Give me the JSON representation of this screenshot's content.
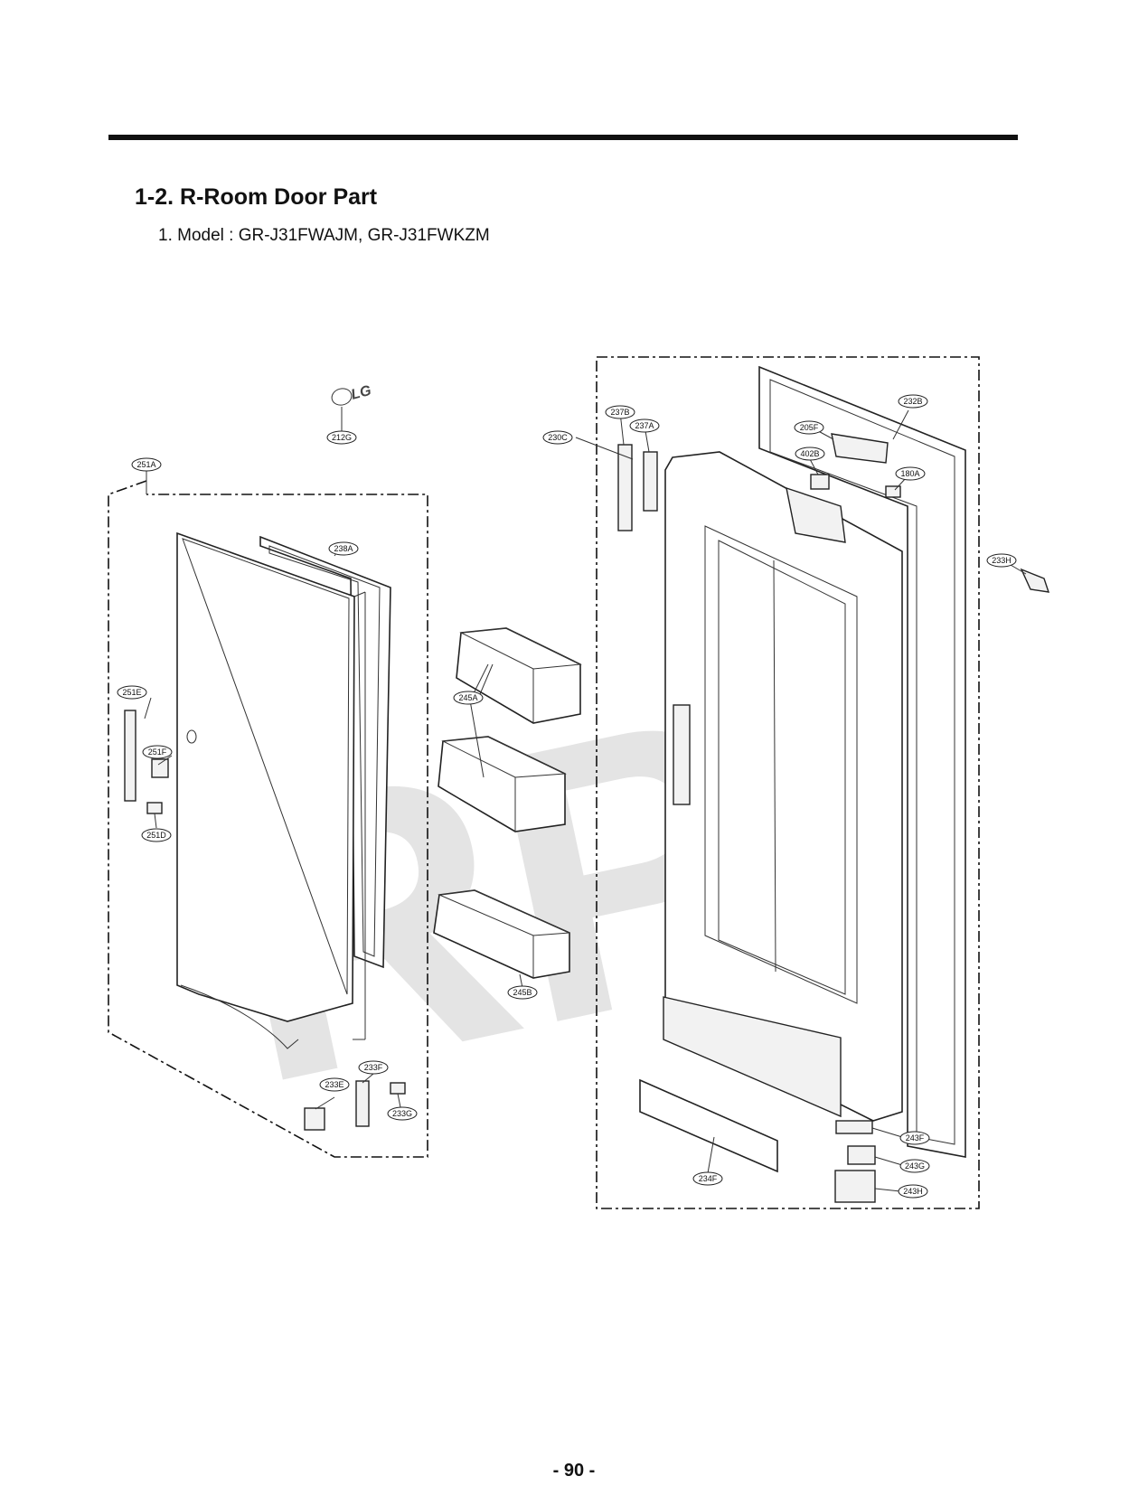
{
  "header": {
    "section_title": "1-2. R-Room Door Part",
    "model_line": "1. Model : GR-J31FWAJM, GR-J31FWKZM"
  },
  "footer": {
    "page_number": "- 90 -"
  },
  "watermark": {
    "text": "RPI",
    "color": "#cfcfcf"
  },
  "logo": {
    "text": "LG"
  },
  "callouts": [
    "212G",
    "251A",
    "238A",
    "251E",
    "251F",
    "251D",
    "245A",
    "245B",
    "233F",
    "233E",
    "233G",
    "230C",
    "237B",
    "237A",
    "205F",
    "232B",
    "402B",
    "180A",
    "233H",
    "234F",
    "243F",
    "243G",
    "243H"
  ]
}
